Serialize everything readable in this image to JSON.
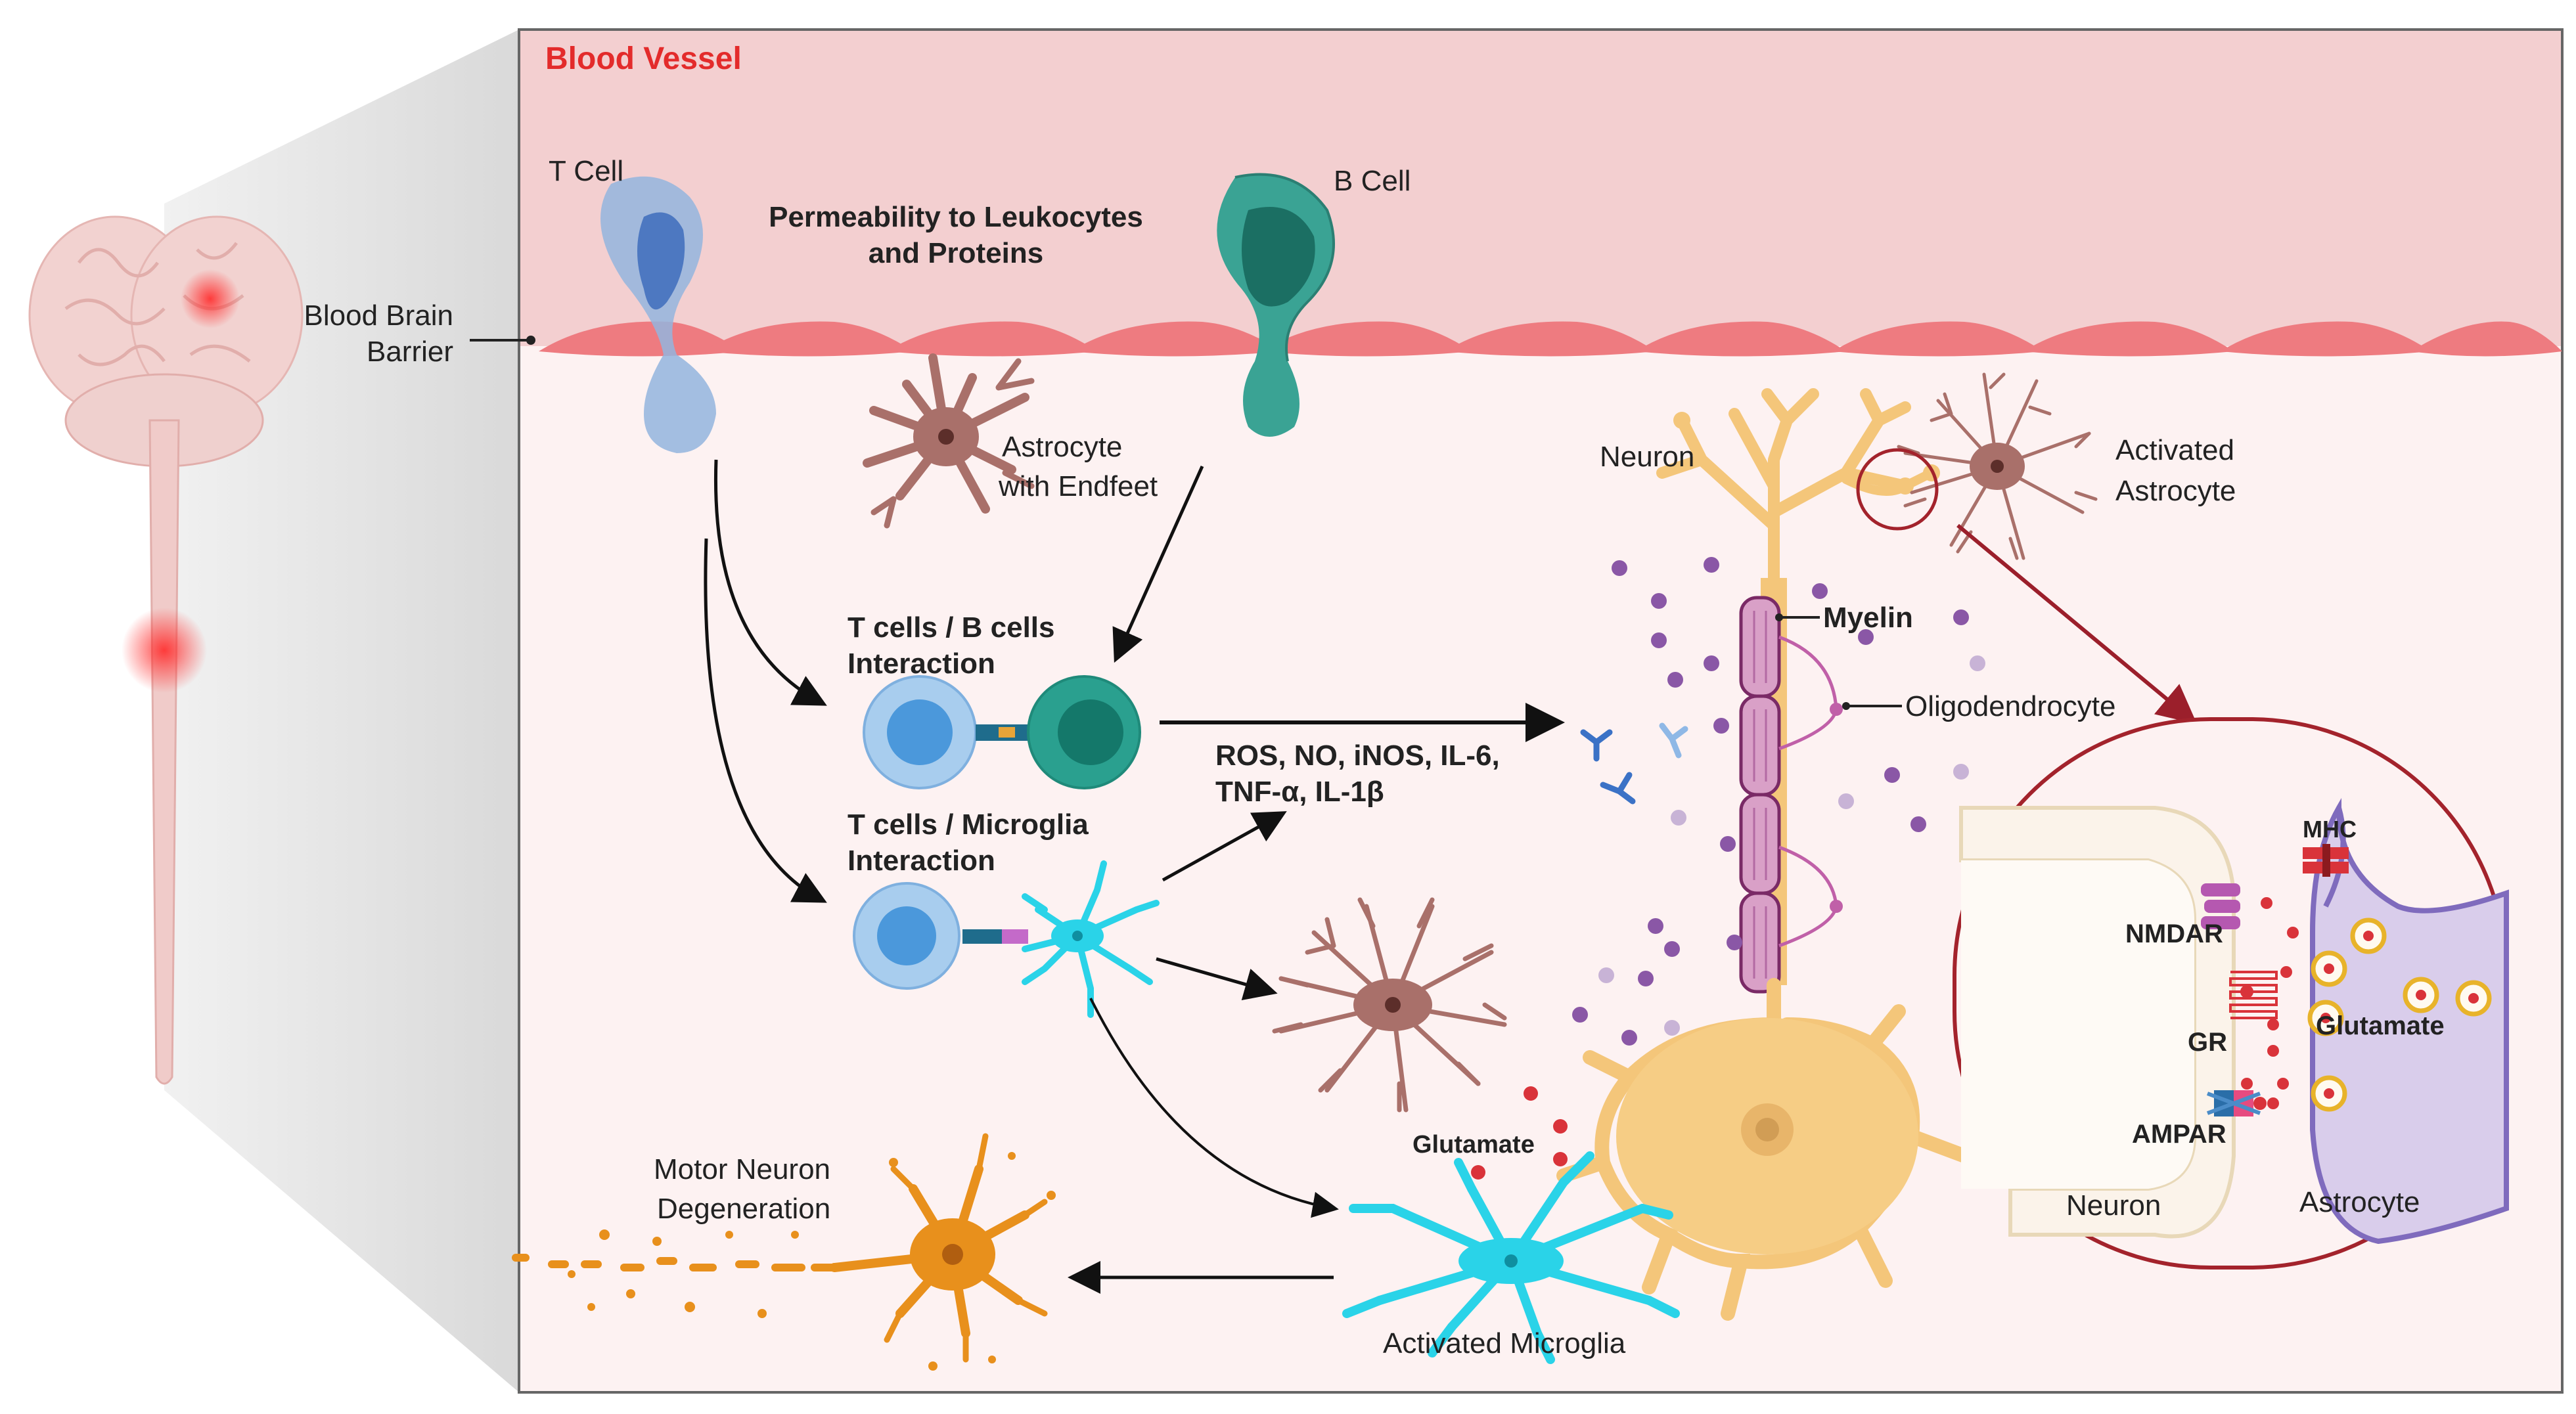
{
  "labels": {
    "blood_vessel": "Blood Vessel",
    "t_cell": "T Cell",
    "b_cell": "B Cell",
    "permeability_line1": "Permeability to Leukocytes",
    "permeability_line2": "and Proteins",
    "bbb_line1": "Blood Brain",
    "bbb_line2": "Barrier",
    "astrocyte_endfeet_line1": "Astrocyte",
    "astrocyte_endfeet_line2": "with Endfeet",
    "neuron_top": "Neuron",
    "activated_astrocyte_line1": "Activated",
    "activated_astrocyte_line2": "Astrocyte",
    "myelin": "Myelin",
    "oligodendrocyte": "Oligodendrocyte",
    "tb_interaction_line1": "T cells / B cells",
    "tb_interaction_line2": "Interaction",
    "tm_interaction_line1": "T cells / Microglia",
    "tm_interaction_line2": "Interaction",
    "cytokines_line1": "ROS, NO, iNOS, IL-6,",
    "cytokines_line2": "TNF-α, IL-1β",
    "glutamate_left": "Glutamate",
    "motor_line1": "Motor Neuron",
    "motor_line2": "Degeneration",
    "activated_microglia": "Activated Microglia",
    "mhc": "MHC",
    "nmdar": "NMDAR",
    "gr": "GR",
    "glutamate_inset": "Glutamate",
    "ampar": "AMPAR",
    "inset_neuron": "Neuron",
    "inset_astrocyte": "Astrocyte"
  },
  "colors": {
    "vessel": "#f3cfd0",
    "tissue": "#fdf2f2",
    "endothelium": "#ee7b80",
    "t_cell": "#8fb4e0",
    "b_cell": "#1f8a7a",
    "astrocyte": "#a9706a",
    "microglia": "#2ad3e8",
    "neuron": "#f4c67a",
    "myelin": "#d9a0c7",
    "motor_neuron": "#e8901c",
    "inset_border": "#a3232c",
    "title_red": "#e32b2b"
  }
}
